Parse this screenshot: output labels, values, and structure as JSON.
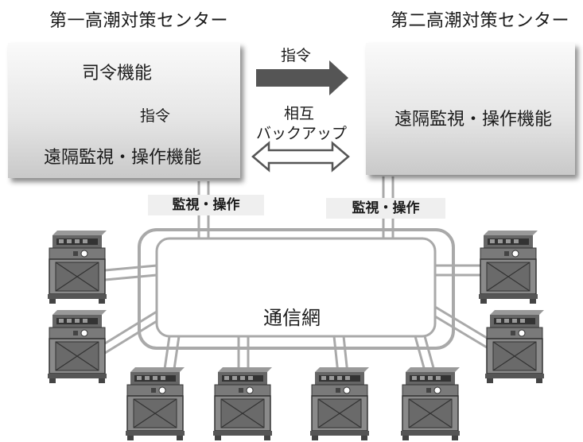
{
  "centers": {
    "first": {
      "title": "第一高潮対策センター",
      "command_function": "司令機能",
      "internal_command": "指令",
      "remote_function": "遠隔監視・操作機能",
      "monitor_tag": "監視・操作"
    },
    "second": {
      "title": "第二高潮対策センター",
      "remote_function": "遠隔監視・操作機能",
      "monitor_tag": "監視・操作"
    }
  },
  "links": {
    "command": "指令",
    "mutual_line1": "相互",
    "mutual_line2": "バックアップ"
  },
  "network": {
    "label": "通信網"
  },
  "colors": {
    "arrow_dark": "#555555",
    "network_line": "#a9a9a9",
    "device_dark": "#555555",
    "device_body": "#7a7a7a"
  }
}
